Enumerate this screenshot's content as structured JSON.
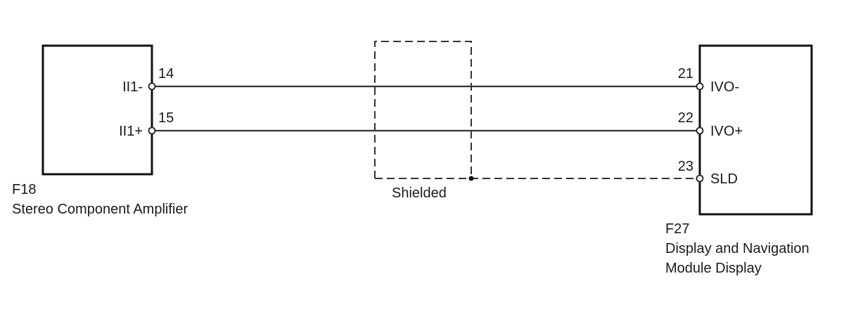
{
  "colors": {
    "line": "#333333",
    "box_border": "#111111",
    "text": "#1a1a1a",
    "background": "#ffffff"
  },
  "left_component": {
    "code": "F18",
    "name": "Stereo Component Amplifier",
    "terminals": [
      {
        "label": "II1-",
        "pin": "14"
      },
      {
        "label": "II1+",
        "pin": "15"
      }
    ]
  },
  "right_component": {
    "code": "F27",
    "name_line1": "Display and Navigation",
    "name_line2": "Module Display",
    "terminals": [
      {
        "label": "IVO-",
        "pin": "21"
      },
      {
        "label": "IVO+",
        "pin": "22"
      },
      {
        "label": "SLD",
        "pin": "23"
      }
    ]
  },
  "shield": {
    "label": "Shielded"
  }
}
